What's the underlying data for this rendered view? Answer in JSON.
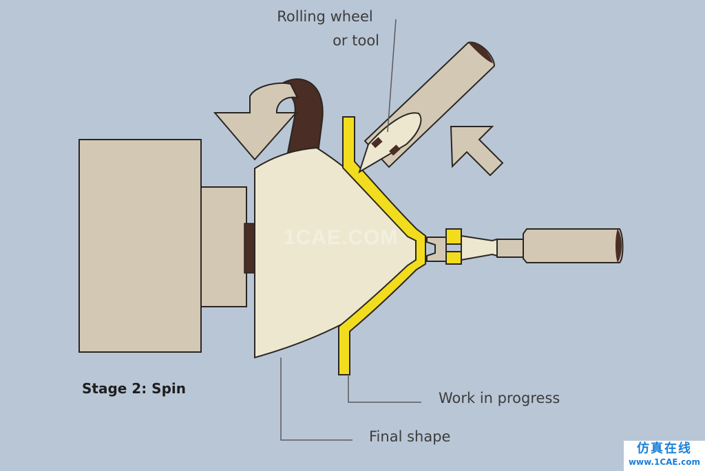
{
  "labels": {
    "tool_line1": "Rolling wheel",
    "tool_line2": "or tool",
    "work": "Work in progress",
    "final": "Final shape",
    "stage": "Stage 2: Spin"
  },
  "watermark": "1CAE.COM",
  "badge": {
    "chinese": "仿真在线",
    "url": "www.1CAE.com"
  },
  "colors": {
    "background": "#b9c6d6",
    "machine_body": "#d3c8b4",
    "mandrel": "#ede7cf",
    "workpiece": "#f2dc1e",
    "arbor_dark": "#4a2d25",
    "outline": "#2a2622"
  },
  "icons": [
    "rotation-arrow-icon",
    "feed-direction-arrow-icon"
  ]
}
